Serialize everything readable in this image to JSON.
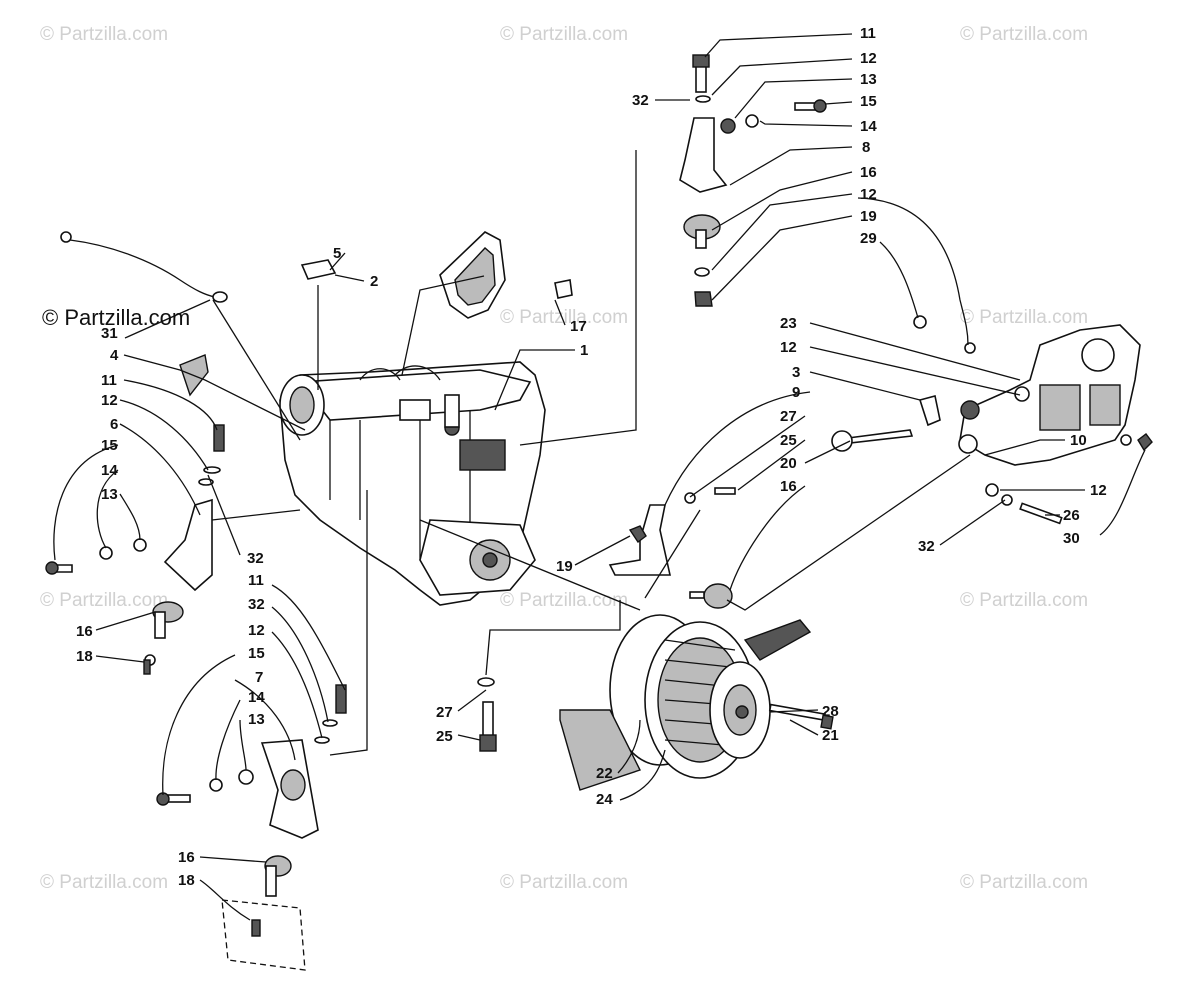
{
  "copyright_notice": "© Partzilla.com",
  "watermark_text": "© Partzilla.com",
  "callouts": [
    {
      "id": "c-11-top",
      "label": "11"
    },
    {
      "id": "c-12-top",
      "label": "12"
    },
    {
      "id": "c-13-top",
      "label": "13"
    },
    {
      "id": "c-32-top",
      "label": "32"
    },
    {
      "id": "c-15-top",
      "label": "15"
    },
    {
      "id": "c-14-top",
      "label": "14"
    },
    {
      "id": "c-8-top",
      "label": "8"
    },
    {
      "id": "c-16-top",
      "label": "16"
    },
    {
      "id": "c-12-mid",
      "label": "12"
    },
    {
      "id": "c-19-top",
      "label": "19"
    },
    {
      "id": "c-29",
      "label": "29"
    },
    {
      "id": "c-5",
      "label": "5"
    },
    {
      "id": "c-2",
      "label": "2"
    },
    {
      "id": "c-17",
      "label": "17"
    },
    {
      "id": "c-1",
      "label": "1"
    },
    {
      "id": "c-31",
      "label": "31"
    },
    {
      "id": "c-4",
      "label": "4"
    },
    {
      "id": "c-11-left",
      "label": "11"
    },
    {
      "id": "c-12-left",
      "label": "12"
    },
    {
      "id": "c-6",
      "label": "6"
    },
    {
      "id": "c-15-left",
      "label": "15"
    },
    {
      "id": "c-14-left",
      "label": "14"
    },
    {
      "id": "c-13-left",
      "label": "13"
    },
    {
      "id": "c-32-left",
      "label": "32"
    },
    {
      "id": "c-16-left",
      "label": "16"
    },
    {
      "id": "c-18-left",
      "label": "18"
    },
    {
      "id": "c-23",
      "label": "23"
    },
    {
      "id": "c-12-right",
      "label": "12"
    },
    {
      "id": "c-3",
      "label": "3"
    },
    {
      "id": "c-9",
      "label": "9"
    },
    {
      "id": "c-27-mid",
      "label": "27"
    },
    {
      "id": "c-25-mid",
      "label": "25"
    },
    {
      "id": "c-20",
      "label": "20"
    },
    {
      "id": "c-16-mid",
      "label": "16"
    },
    {
      "id": "c-10",
      "label": "10"
    },
    {
      "id": "c-12-right2",
      "label": "12"
    },
    {
      "id": "c-26",
      "label": "26"
    },
    {
      "id": "c-30",
      "label": "30"
    },
    {
      "id": "c-32-right",
      "label": "32"
    },
    {
      "id": "c-19-mid",
      "label": "19"
    },
    {
      "id": "c-11-low",
      "label": "11"
    },
    {
      "id": "c-32-low",
      "label": "32"
    },
    {
      "id": "c-12-low",
      "label": "12"
    },
    {
      "id": "c-15-low",
      "label": "15"
    },
    {
      "id": "c-7",
      "label": "7"
    },
    {
      "id": "c-14-low",
      "label": "14"
    },
    {
      "id": "c-13-low",
      "label": "13"
    },
    {
      "id": "c-27-low",
      "label": "27"
    },
    {
      "id": "c-25-low",
      "label": "25"
    },
    {
      "id": "c-28",
      "label": "28"
    },
    {
      "id": "c-21",
      "label": "21"
    },
    {
      "id": "c-22",
      "label": "22"
    },
    {
      "id": "c-24",
      "label": "24"
    },
    {
      "id": "c-16-low",
      "label": "16"
    },
    {
      "id": "c-18-low",
      "label": "18"
    }
  ]
}
